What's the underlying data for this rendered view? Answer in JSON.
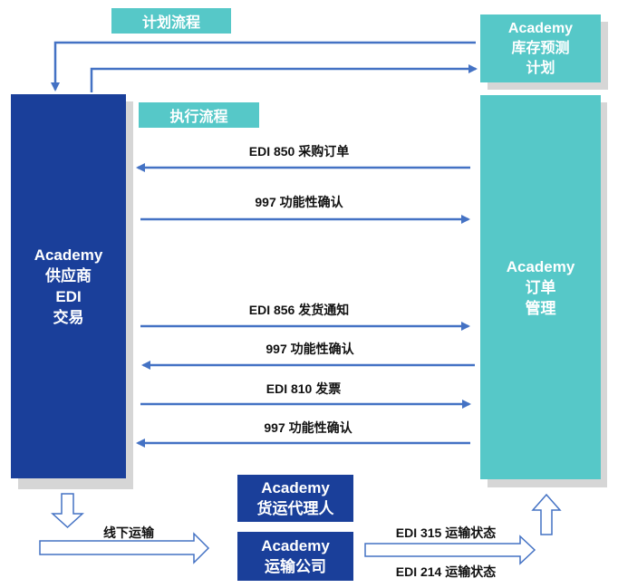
{
  "tags": {
    "plan": "计划流程",
    "exec": "执行流程"
  },
  "boxes": {
    "inventory": [
      "Academy",
      "库存预测",
      "计划"
    ],
    "supplier": [
      "Academy",
      "供应商",
      "EDI",
      "交易"
    ],
    "order": [
      "Academy",
      "订单",
      "管理"
    ],
    "forwarder": [
      "Academy",
      "货运代理人"
    ],
    "carrier": [
      "Academy",
      "运输公司"
    ]
  },
  "messages": {
    "m850": "EDI 850 采购订单",
    "ack1": "997 功能性确认",
    "m856": "EDI 856 发货通知",
    "ack2": "997 功能性确认",
    "m810": "EDI 810 发票",
    "ack3": "997 功能性确认",
    "offline": "线下运输",
    "m315": "EDI 315 运输状态",
    "m214": "EDI 214 运输状态"
  },
  "colors": {
    "navy": "#1a3f9a",
    "teal": "#56c8c8",
    "arrow": "#4472c4"
  }
}
